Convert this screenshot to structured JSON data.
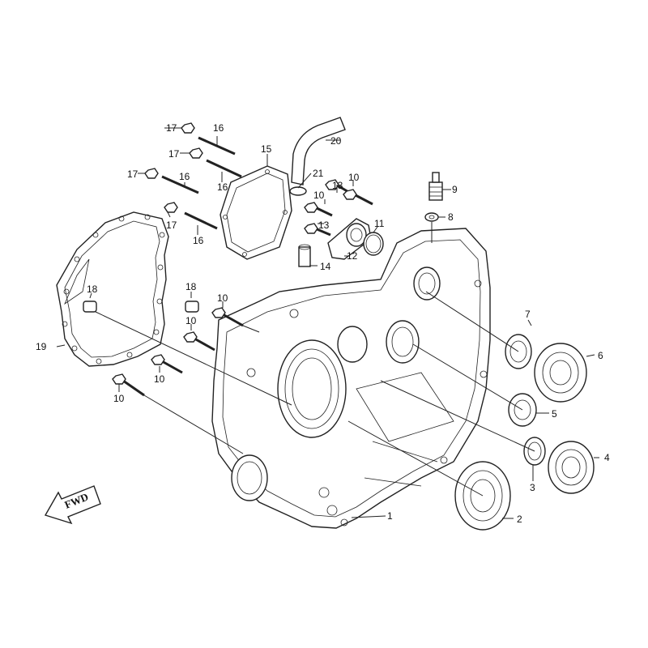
{
  "diagram": {
    "callouts": [
      {
        "id": "c1",
        "text": "1"
      },
      {
        "id": "c2",
        "text": "2"
      },
      {
        "id": "c3",
        "text": "3"
      },
      {
        "id": "c4",
        "text": "4"
      },
      {
        "id": "c5",
        "text": "5"
      },
      {
        "id": "c6",
        "text": "6"
      },
      {
        "id": "c7",
        "text": "7"
      },
      {
        "id": "c8",
        "text": "8"
      },
      {
        "id": "c9",
        "text": "9"
      },
      {
        "id": "c10a",
        "text": "10"
      },
      {
        "id": "c10b",
        "text": "10"
      },
      {
        "id": "c10c",
        "text": "10"
      },
      {
        "id": "c10d",
        "text": "10"
      },
      {
        "id": "c10e",
        "text": "10"
      },
      {
        "id": "c10f",
        "text": "10"
      },
      {
        "id": "c11",
        "text": "11"
      },
      {
        "id": "c12",
        "text": "12"
      },
      {
        "id": "c13a",
        "text": "13"
      },
      {
        "id": "c13b",
        "text": "13"
      },
      {
        "id": "c14",
        "text": "14"
      },
      {
        "id": "c15",
        "text": "15"
      },
      {
        "id": "c16a",
        "text": "16"
      },
      {
        "id": "c16b",
        "text": "16"
      },
      {
        "id": "c16c",
        "text": "16"
      },
      {
        "id": "c16d",
        "text": "16"
      },
      {
        "id": "c17a",
        "text": "17"
      },
      {
        "id": "c17b",
        "text": "17"
      },
      {
        "id": "c17c",
        "text": "17"
      },
      {
        "id": "c17d",
        "text": "17"
      },
      {
        "id": "c18a",
        "text": "18"
      },
      {
        "id": "c18b",
        "text": "18"
      },
      {
        "id": "c19",
        "text": "19"
      },
      {
        "id": "c20",
        "text": "20"
      },
      {
        "id": "c21",
        "text": "21"
      }
    ],
    "fwd_label": "FWD"
  }
}
